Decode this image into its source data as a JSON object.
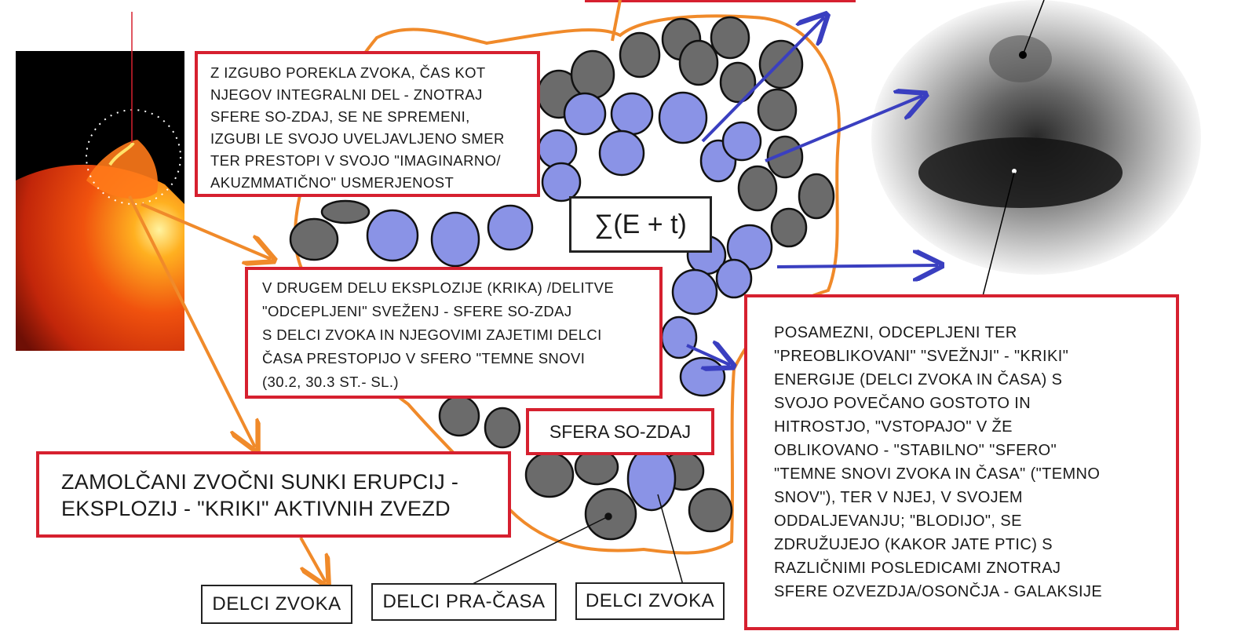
{
  "boxes": {
    "top": "Z IZGUBO POREKLA ZVOKA, ČAS KOT\nNJEGOV  INTEGRALNI DEL - ZNOTRAJ\nSFERE SO-ZDAJ,  SE NE SPREMENI,\nIZGUBI  LE SVOJO UVELJAVLJENO SMER\nTER  PRESTOPI V SVOJO  \"IMAGINARNO/\nAKUZMMATIČNO\" USMERJENOST",
    "middle": "V  DRUGEM  DELU  EKSPLOZIJE  (KRIKA) /DELITVE\n\"ODCEPLJENI\"  SVEŽENJ  -  SFERE  SO-ZDAJ\n S  DELCI  ZVOKA  IN  NJEGOVIMI  ZAJETIMI  DELCI\n ČASA  PRESTOPIJO  V  SFERO  \"TEMNE  SNOVI\n(30.2,  30.3  ST.- SL.)",
    "sfera": "SFERA SO-ZDAJ",
    "formula": "∑(E + t)",
    "left_bottom": "ZAMOLČANI  ZVOČNI  SUNKI  ERUPCIJ -\nEKSPLOZIJ  -  \"KRIKI\"  AKTIVNIH  ZVEZD",
    "right": "POSAMEZNI,  ODCEPLJENI  TER\n\"PREOBLIKOVANI\" \"SVEŽNJI\"  -  \"KRIKI\"\nENERGIJE  (DELCI  ZVOKA  IN  ČASA)  S\nSVOJO  POVEČANO  GOSTOTO  IN\nHITROSTJO,  \"VSTOPAJO\"  V   ŽE\nOBLIKOVANO -  \"STABILNO\"  \"SFERO\"\n\"TEMNE  SNOVI  ZVOKA  IN  ČASA\"  (\"TEMNO\nSNOV\"),  TER  V  NJEJ,  V  SVOJEM\nODDALJEVANJU;  \"BLODIJO\",  SE\nZDRUŽUJEJO  (KAKOR  JATE  PTIC)    S\nRAZLIČNIMI  POSLEDICAMI  ZNOTRAJ\nSFERE  OZVEZDJA/OSONČJA -  GALAKSIJE"
  },
  "labels": {
    "delci_zvoka_1": "DELCI  ZVOKA",
    "delci_pra_casa": "DELCI  PRA-ČASA",
    "delci_zvoka_2": "DELCI  ZVOKA"
  },
  "colors": {
    "frame_red": "#d6202f",
    "arrow_orange": "#f08a2a",
    "arrow_blue": "#3a3fc0",
    "particle_blue": "#8a93e6",
    "particle_gray": "#6b6b6b"
  }
}
